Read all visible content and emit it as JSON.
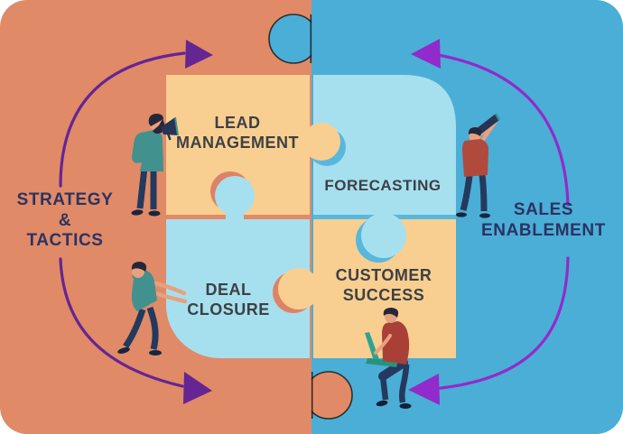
{
  "diagram": {
    "title": "sales process puzzle infographic",
    "left_label": {
      "line1": "STRATEGY",
      "line2": "&",
      "line3": "TACTICS"
    },
    "right_label": {
      "line1": "SALES",
      "line2": "ENABLEMENT"
    },
    "pieces": {
      "lead_management": {
        "line1": "LEAD",
        "line2": "MANAGEMENT"
      },
      "forecasting": {
        "line1": "FORECASTING"
      },
      "deal_closure": {
        "line1": "DEAL",
        "line2": "CLOSURE"
      },
      "customer_success": {
        "line1": "CUSTOMER",
        "line2": "SUCCESS"
      }
    },
    "illustrations": [
      "man-with-megaphone",
      "man-pushing-piece",
      "man-with-telescope",
      "man-sitting-with-laptop"
    ]
  },
  "colors": {
    "left_bg": "#E08A67",
    "right_bg": "#4BAED6",
    "piece_yellow": "#F8CF90",
    "piece_light_blue": "#A6E0EF",
    "knob_shadow_blue": "#58B7DC",
    "knob_shadow_orange": "#DD8365",
    "side_label_text": "#2B3363",
    "piece_label_text": "#3E4045",
    "arrow_left": "#652592",
    "arrow_right": "#912BCB"
  }
}
